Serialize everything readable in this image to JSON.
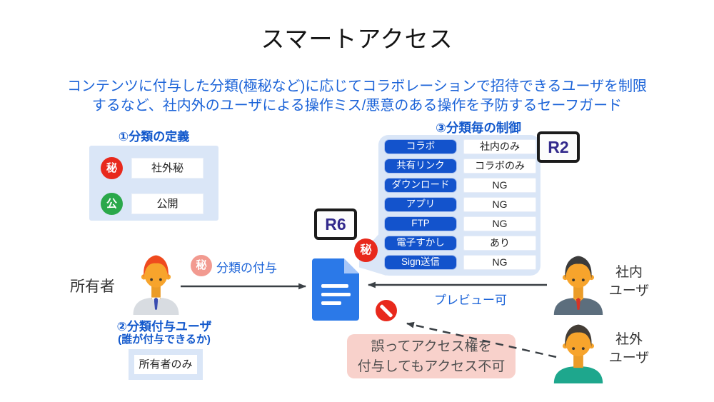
{
  "title": "スマートアクセス",
  "description": {
    "line1": "コンテンツに付与した分類(極秘など)に応じてコラボレーションで招待できるユーザを制限",
    "line2": "するなど、社内外のユーザによる操作ミス/悪意のある操作を予防するセーフガード"
  },
  "classification_definition": {
    "heading": "①分類の定義",
    "rows": [
      {
        "badge": "秘",
        "badge_color": "#e8291c",
        "label": "社外秘"
      },
      {
        "badge": "公",
        "badge_color": "#2aa84a",
        "label": "公開"
      }
    ]
  },
  "classification_controls": {
    "heading": "③分類毎の制御",
    "rows": [
      {
        "control": "コラボ",
        "value": "社内のみ"
      },
      {
        "control": "共有リンク",
        "value": "コラボのみ"
      },
      {
        "control": "ダウンロード",
        "value": "NG"
      },
      {
        "control": "アプリ",
        "value": "NG"
      },
      {
        "control": "FTP",
        "value": "NG"
      },
      {
        "control": "電子すかし",
        "value": "あり"
      },
      {
        "control": "Sign送信",
        "value": "NG"
      }
    ]
  },
  "badges": {
    "r2": "R2",
    "r6": "R6",
    "doc_secret": "秘",
    "assign_secret": "秘"
  },
  "owner": {
    "label": "所有者",
    "action_label": "分類の付与",
    "assign_heading": "②分類付与ユーザ",
    "assign_subheading": "(誰が付与できるか)",
    "assign_value": "所有者のみ"
  },
  "users": {
    "internal": {
      "label_line1": "社内",
      "label_line2": "ユーザ",
      "action": "プレビュー可"
    },
    "external": {
      "label_line1": "社外",
      "label_line2": "ユーザ"
    }
  },
  "warning": {
    "line1": "誤ってアクセス権を",
    "line2": "付与してもアクセス不可"
  },
  "colors": {
    "text_blue": "#1b63d8",
    "heading_blue": "#1258cc",
    "panel_light_blue": "#dae6f7",
    "button_blue": "#1353cc",
    "badge_red": "#e8291c",
    "badge_pink": "#f29a90",
    "badge_green": "#2aa84a",
    "r_badge_text": "#332a8c",
    "doc_blue": "#2b79e8",
    "warning_pink": "#f8d1cb",
    "arrow_gray": "#3a4045"
  }
}
